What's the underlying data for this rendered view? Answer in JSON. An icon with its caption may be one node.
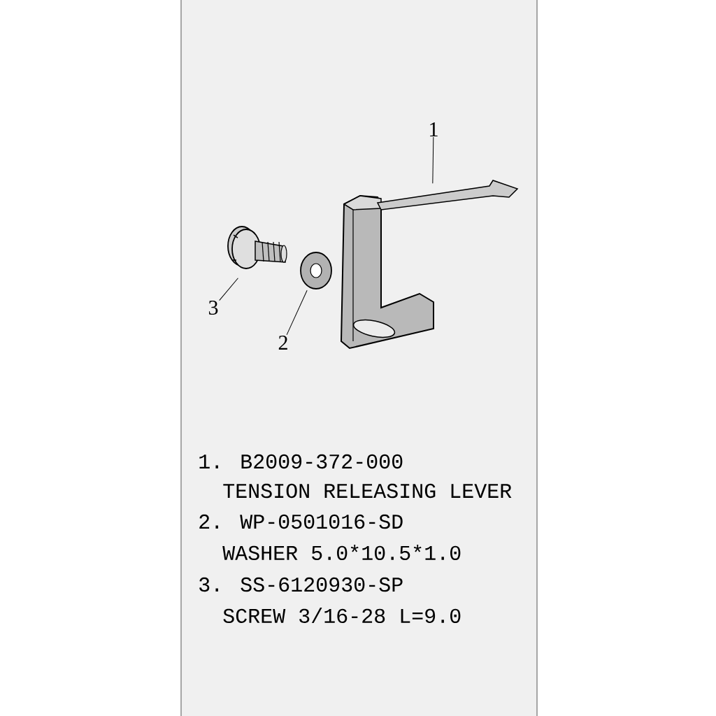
{
  "diagram": {
    "nodes": [
      {
        "text": [
          "1"
        ]
      },
      {
        "text": [],
        "shape": "picture"
      },
      {
        "text": [
          "3"
        ]
      },
      {
        "text": [],
        "shape": "picture"
      },
      {
        "text": [
          "2"
        ]
      },
      {
        "text": [],
        "shape": "picture"
      }
    ],
    "edges": [
      {
        "from": 0,
        "to": 1,
        "arrow": "none"
      },
      {
        "from": 2,
        "to": 3,
        "arrow": "none"
      },
      {
        "from": 4,
        "to": 5,
        "arrow": "none"
      }
    ],
    "labels": [
      "1. B2009-372-000",
      "TENSION RELEASING LEVER",
      "2. WP-0501016-SD",
      "WASHER 5.0*10.5*1.0",
      "3. SS-6120930-SP",
      "SCREW 3/16-28 L=9.0"
    ]
  }
}
